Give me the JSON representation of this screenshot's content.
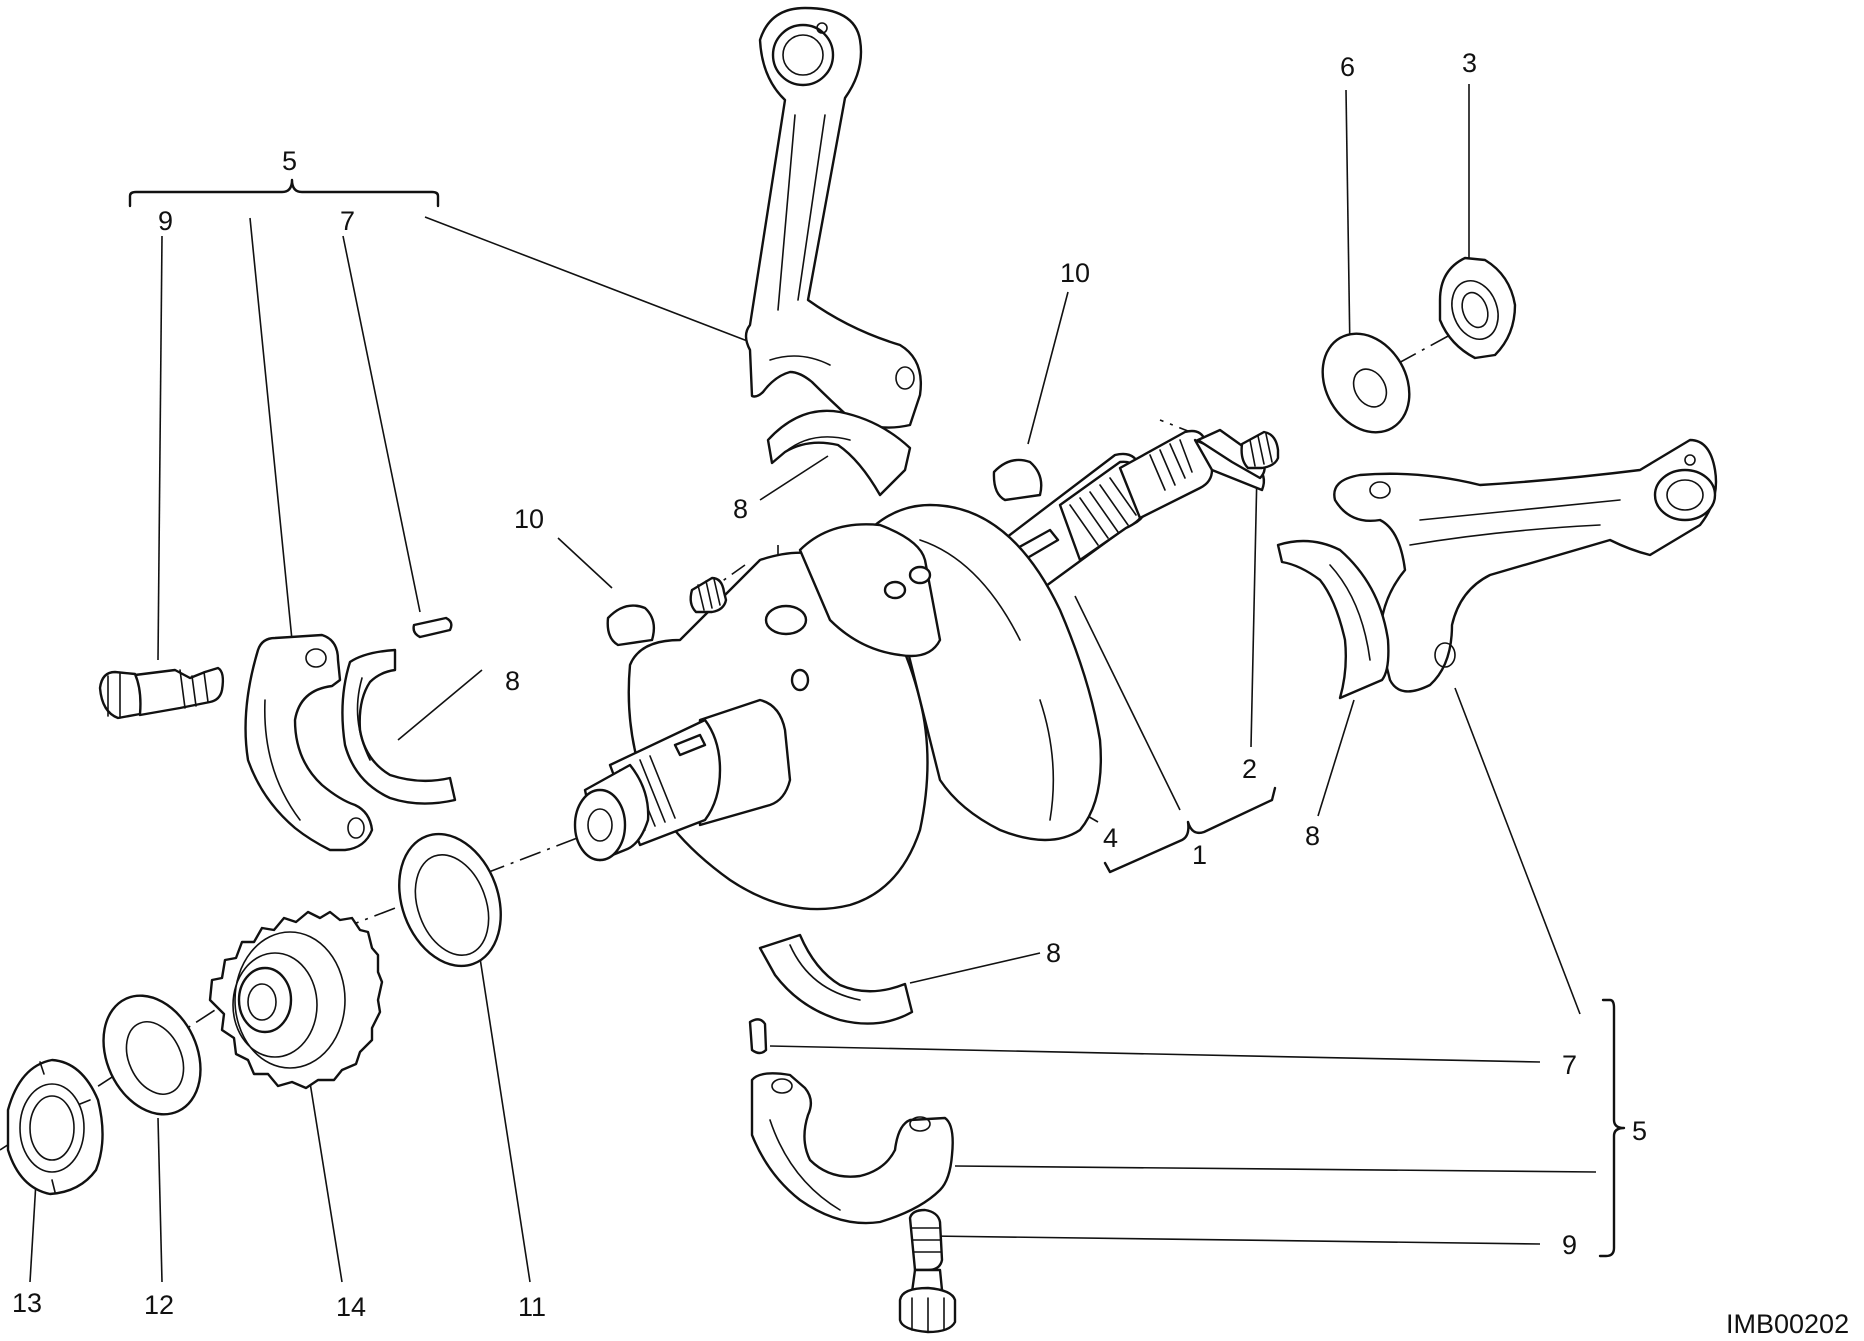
{
  "diagram": {
    "image_code": "IMB00202",
    "callouts": {
      "set5_top": "5",
      "bolt9_left": "9",
      "pin7_left": "7",
      "key10_center": "10",
      "key10_left": "10",
      "shell8_top": "8",
      "shell8_left": "8",
      "washer6": "6",
      "nut3": "3",
      "plug2": "2",
      "plug4": "4",
      "crankshaft1": "1",
      "shell8_right": "8",
      "shell8_bottom": "8",
      "pin7_right": "7",
      "set5_right": "5",
      "bolt9_right": "9",
      "ringnut13": "13",
      "lockwasher12": "12",
      "gear14": "14",
      "spacer11": "11"
    }
  }
}
